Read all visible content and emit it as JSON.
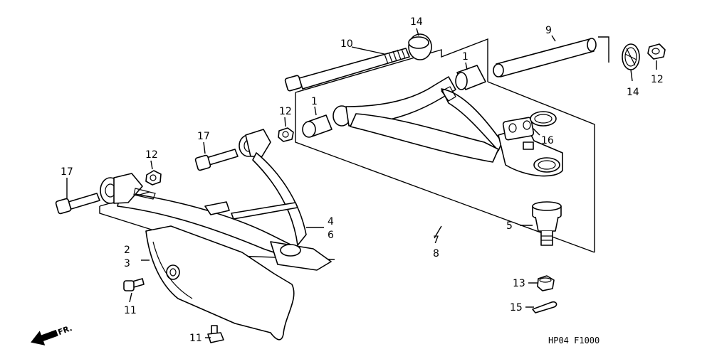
{
  "diagram": {
    "callouts": {
      "c1a": "1",
      "c1b": "1",
      "c2": "2",
      "c3": "3",
      "c4": "4",
      "c5": "5",
      "c6": "6",
      "c7": "7",
      "c8": "8",
      "c9": "9",
      "c10": "10",
      "c11a": "11",
      "c11b": "11",
      "c12a": "12",
      "c12b": "12",
      "c12c": "12",
      "c13": "13",
      "c14a": "14",
      "c14b": "14",
      "c15": "15",
      "c16": "16",
      "c17a": "17",
      "c17b": "17"
    },
    "direction_label": "FR.",
    "figure_code": "HP04  F1000"
  }
}
